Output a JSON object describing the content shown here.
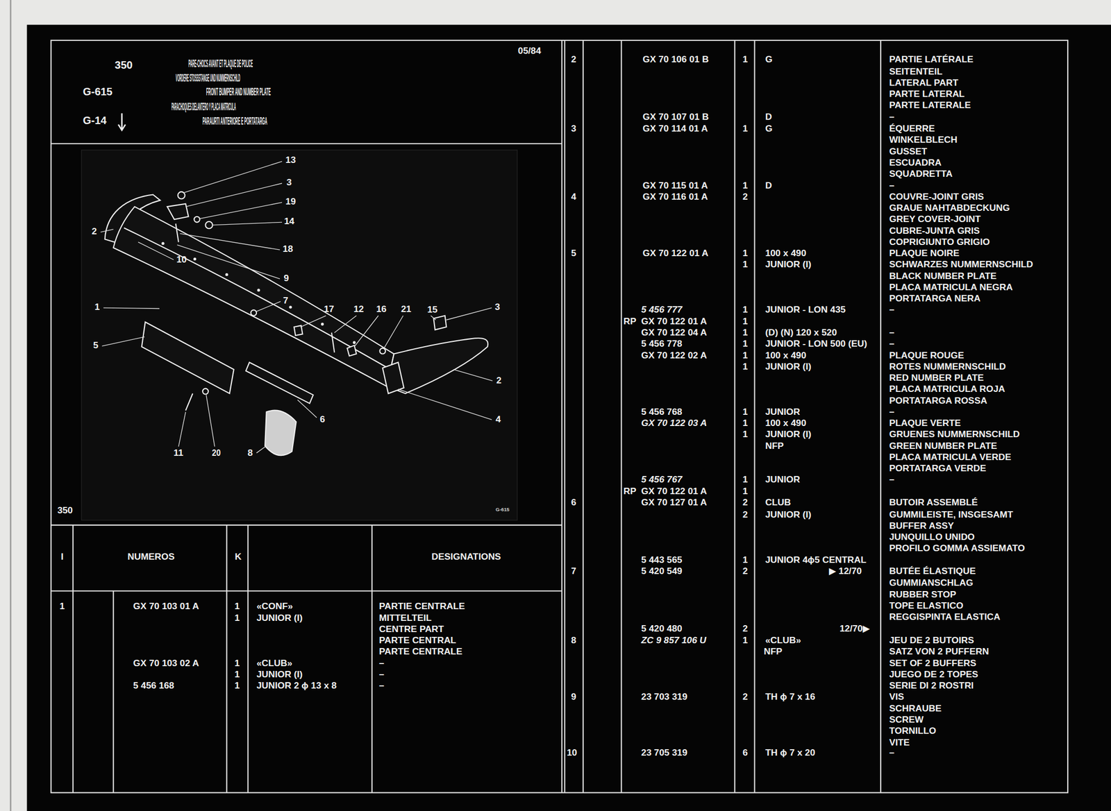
{
  "diagram": {
    "title": "PARE-CHOCS AVANT ET PLAQUE DE POLICE",
    "labels": [
      "VORDERE STOSSSTANGE UND NUMMERNSCHILD",
      "FRONT BUMPER AND NUMBER PLATE",
      "PARACHOQUES DELANTERO Y PLACA MATRICULA",
      "PARAURTI ANTERIORE E PORTATARGA",
      "350",
      "G-615",
      "G-14",
      "05/84",
      "13",
      "3",
      "19",
      "14",
      "2",
      "18",
      "10",
      "9",
      "7",
      "1",
      "17",
      "12",
      "16",
      "21",
      "15",
      "3",
      "5",
      "2",
      "6",
      "4",
      "11",
      "20",
      "8",
      "350",
      "G-615",
      "I",
      "NUMEROS",
      "K",
      "DESIGNATIONS",
      "1",
      "GX 70 103 01 A",
      "1",
      "«CONF»",
      "PARTIE CENTRALE",
      "1",
      "JUNIOR (I)",
      "MITTELTEIL",
      "CENTRE PART",
      "PARTE CENTRAL",
      "PARTE CENTRALE",
      "GX 70 103 02 A",
      "1",
      "«CLUB»",
      "–",
      "1",
      "JUNIOR (I)",
      "–",
      "5 456 168",
      "1",
      "JUNIOR 2 ϕ 13 x 8",
      "–",
      "2",
      "GX 70 106 01 B",
      "1",
      "G",
      "PARTIE LATÉRALE",
      "SEITENTEIL",
      "LATERAL PART",
      "PARTE LATERAL",
      "PARTE LATERALE",
      "GX 70 107 01 B",
      "D",
      "–",
      "3",
      "GX 70 114 01 A",
      "1",
      "G",
      "ÉQUERRE",
      "WINKELBLECH",
      "GUSSET",
      "ESCUADRA",
      "SQUADRETTA",
      "GX 70 115 01 A",
      "1",
      "D",
      "–",
      "4",
      "GX 70 116 01 A",
      "2",
      "COUVRE-JOINT GRIS",
      "GRAUE NAHTABDECKUNG",
      "GREY COVER-JOINT",
      "CUBRE-JUNTA GRIS",
      "COPRIGIUNTO GRIGIO",
      "5",
      "GX 70 122 01 A",
      "1",
      "100 x 490",
      "PLAQUE NOIRE",
      "1",
      "JUNIOR (I)",
      "SCHWARZES NUMMERNSCHILD",
      "BLACK NUMBER PLATE",
      "PLACA MATRICULA NEGRA",
      "PORTATARGA NERA",
      "5 456 777",
      "1",
      "JUNIOR - LON 435",
      "–",
      "RP",
      "GX 70 122 01 A",
      "1",
      "GX 70 122 04 A",
      "1",
      "(D) (N) 120 x 520",
      "–",
      "5 456 778",
      "1",
      "JUNIOR - LON 500 (EU)",
      "–",
      "GX 70 122 02 A",
      "1",
      "100 x 490",
      "PLAQUE ROUGE",
      "1",
      "JUNIOR (I)",
      "ROTES NUMMERNSCHILD",
      "RED NUMBER PLATE",
      "PLACA MATRICULA ROJA",
      "PORTATARGA ROSSA",
      "5 456 768",
      "1",
      "JUNIOR",
      "–",
      "GX 70 122 03 A",
      "1",
      "100 x 490",
      "PLAQUE VERTE",
      "1",
      "JUNIOR (I)",
      "GRUENES NUMMERNSCHILD",
      "NFP",
      "GREEN NUMBER PLATE",
      "PLACA MATRICULA VERDE",
      "PORTATARGA VERDE",
      "5 456 767",
      "1",
      "JUNIOR",
      "–",
      "RP",
      "GX 70 122 01 A",
      "1",
      "6",
      "GX 70 127 01 A",
      "2",
      "CLUB",
      "BUTOIR ASSEMBLÉ",
      "2",
      "JUNIOR (I)",
      "GUMMILEISTE, INSGESAMT",
      "BUFFER ASSY",
      "JUNQUILLO UNIDO",
      "PROFILO GOMMA ASSIEMATO",
      "5 443 565",
      "1",
      "JUNIOR 4ϕ5 CENTRAL",
      "7",
      "5 420 549",
      "2",
      "▶ 12/70",
      "BUTÉE ÉLASTIQUE",
      "GUMMIANSCHLAG",
      "RUBBER STOP",
      "TOPE ELASTICO",
      "REGGISPINTA ELASTICA",
      "5 420 480",
      "2",
      "12/70▶",
      "8",
      "ZC 9 857 106 U",
      "1",
      "«CLUB»",
      "JEU DE 2 BUTOIRS",
      "NFP",
      "SATZ VON 2 PUFFERN",
      "SET OF 2 BUFFERS",
      "JUEGO DE 2 TOPES",
      "SERIE DI 2 ROSTRI",
      "9",
      "23 703 319",
      "2",
      "TH ϕ 7 x 16",
      "VIS",
      "SCHRAUBE",
      "SCREW",
      "TORNILLO",
      "VITE",
      "10",
      "23 705 319",
      "6",
      "TH ϕ 7 x 20",
      "–"
    ]
  }
}
